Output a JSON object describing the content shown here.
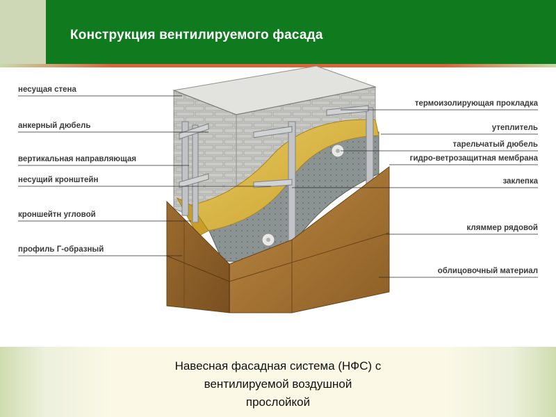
{
  "title": "Конструкция вентилируемого фасада",
  "labels_left": [
    "несущая стена",
    "анкерный дюбель",
    "вертикальная направляющая",
    "несущий кронштейн",
    "кроншейтн угловой",
    "профиль Г-образный"
  ],
  "labels_right": [
    "термоизолирующая прокладка",
    "утеплитель",
    "тарельчатый дюбель",
    "гидро-ветрозащитная мембрана",
    "заклепка",
    "кляммер рядовой",
    "облицовочный материал"
  ],
  "caption": {
    "line1": "Навесная фасадная система (НФС) с",
    "line2": "вентилируемой воздушной",
    "line3": "прослойкой"
  },
  "colors": {
    "title_bar": "#0f7a1e",
    "accent": "#d9653a",
    "brick": "#c9c9c6",
    "insulation": "#d9b640",
    "cladding": "#a8783a"
  }
}
